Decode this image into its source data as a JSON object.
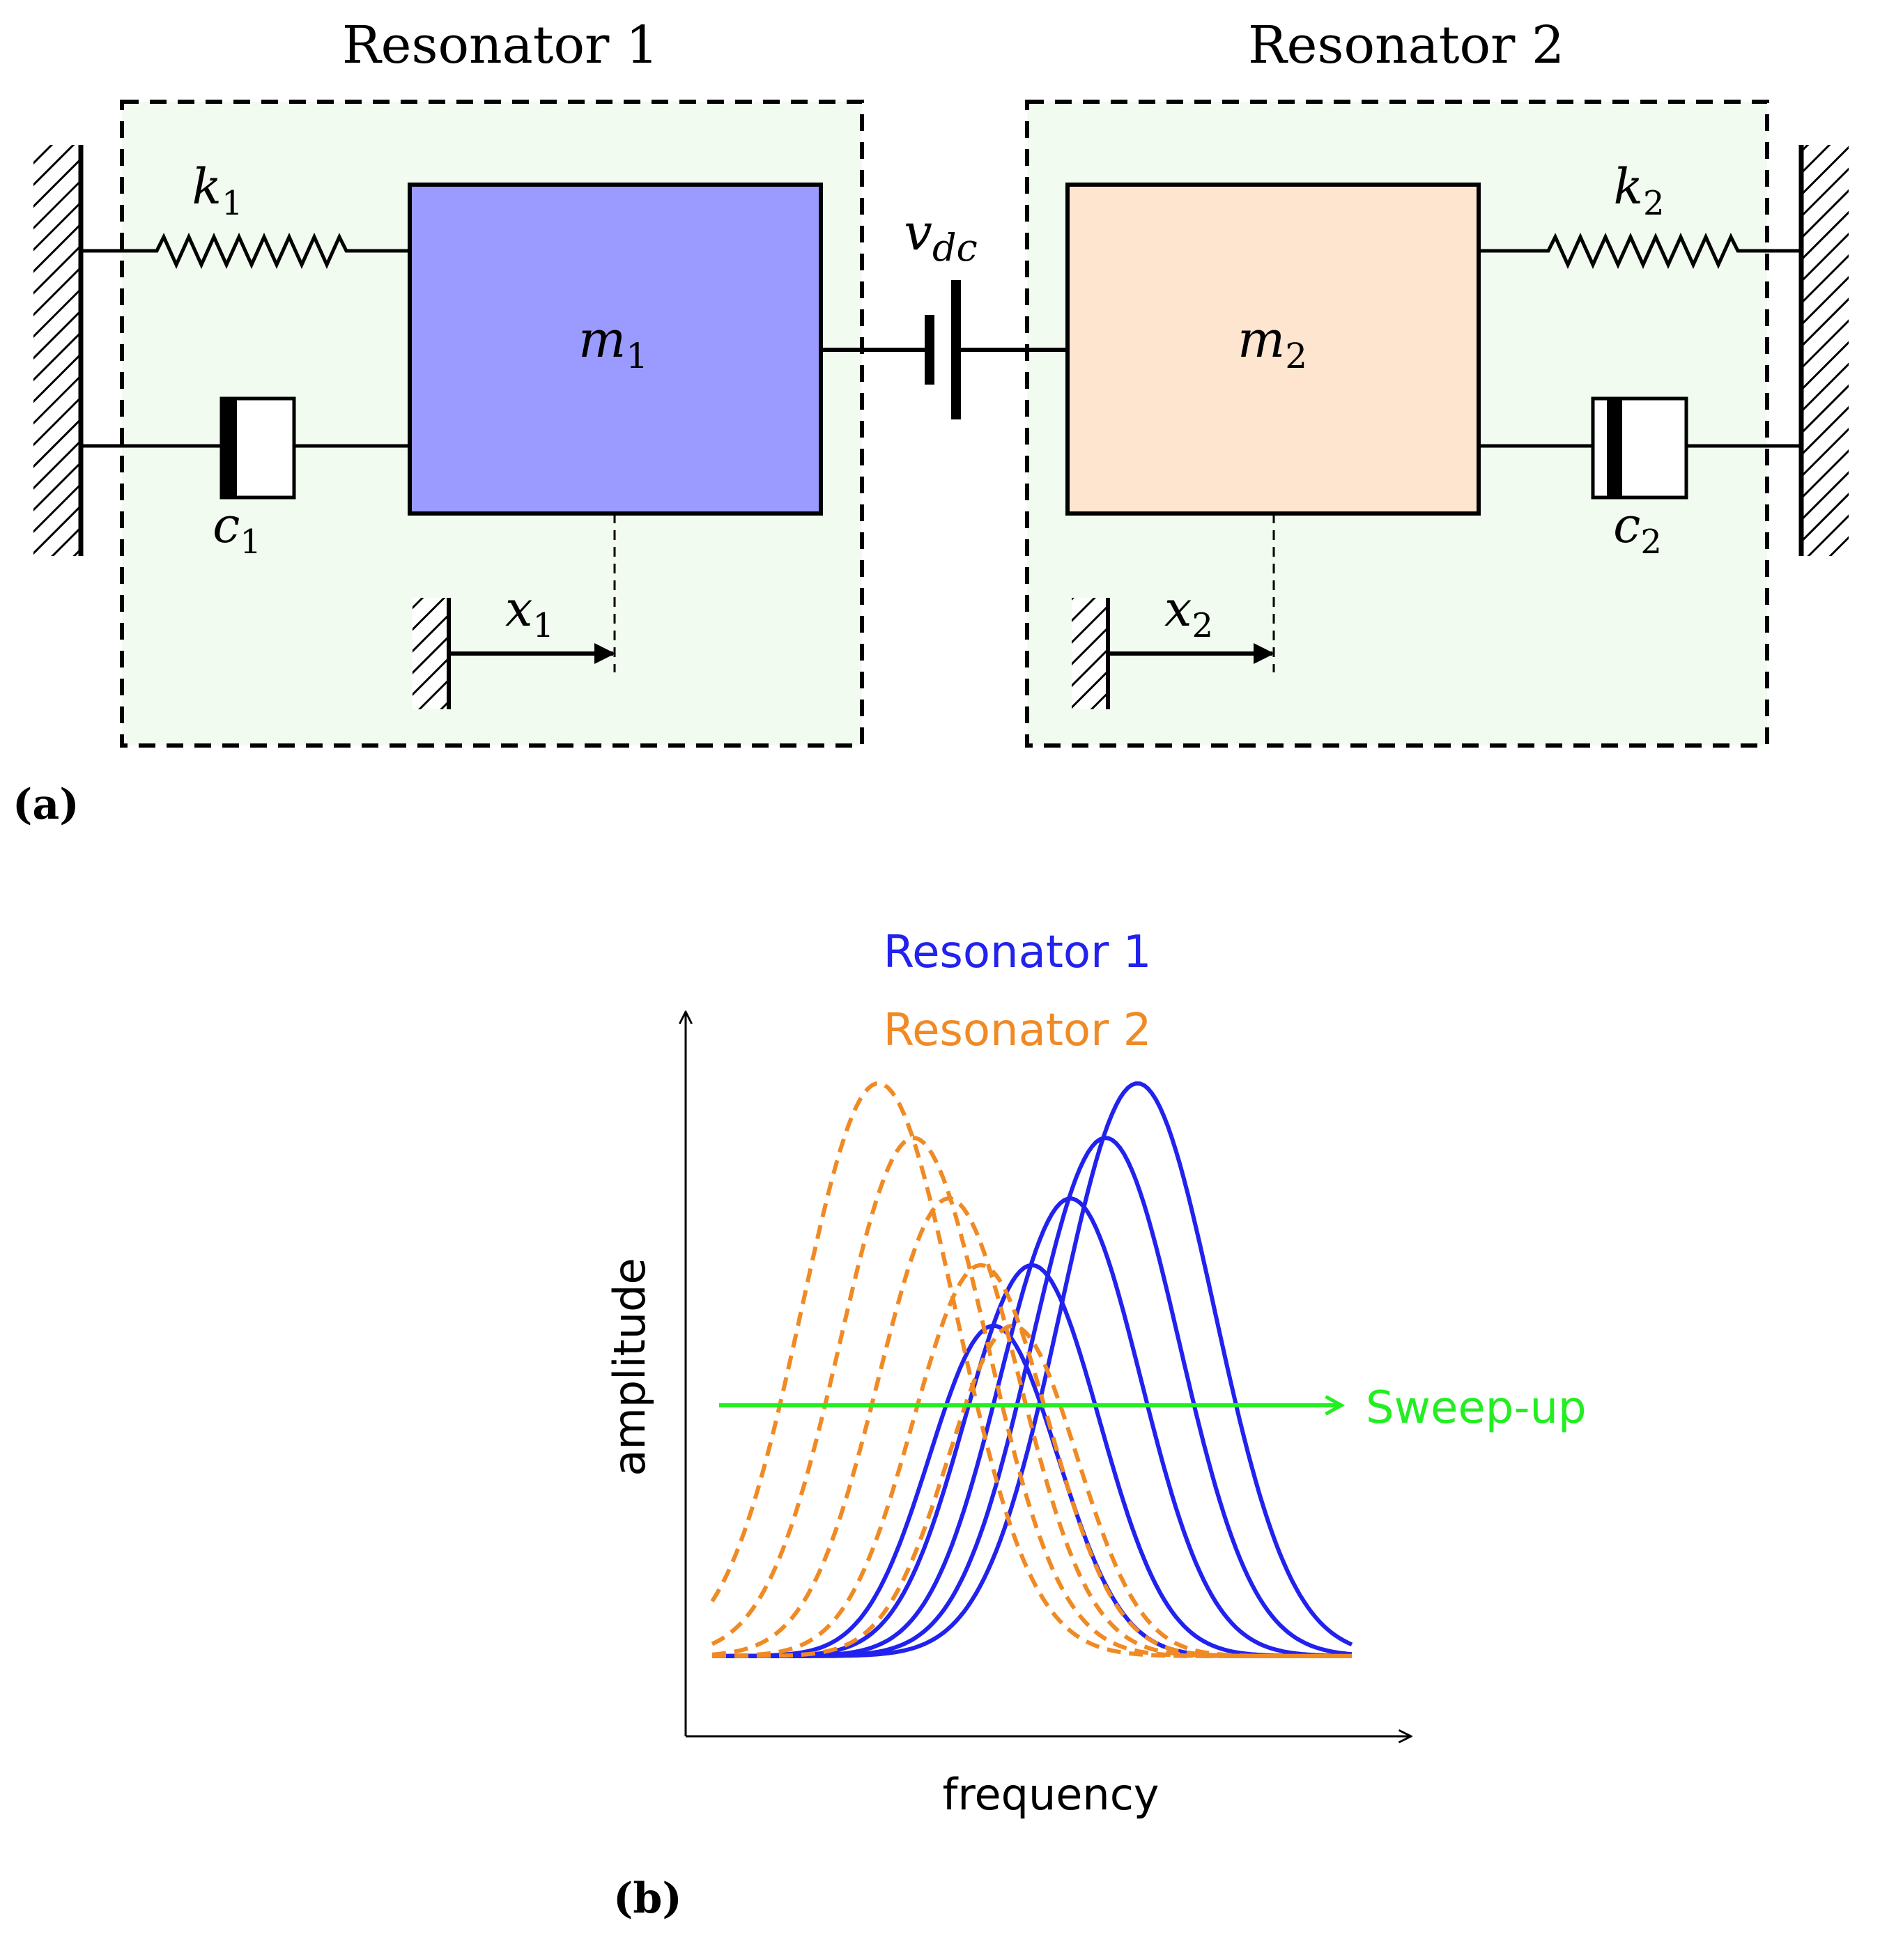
{
  "panel_a": {
    "panel_label": "(a)",
    "resonator1": {
      "title": "Resonator 1",
      "spring_label": "k",
      "spring_sub": "1",
      "damper_label": "c",
      "damper_sub": "1",
      "mass_label": "m",
      "mass_sub": "1",
      "disp_label": "x",
      "disp_sub": "1"
    },
    "resonator2": {
      "title": "Resonator 2",
      "spring_label": "k",
      "spring_sub": "2",
      "damper_label": "c",
      "damper_sub": "2",
      "mass_label": "m",
      "mass_sub": "2",
      "disp_label": "x",
      "disp_sub": "2"
    },
    "coupling": {
      "label": "v",
      "sub": "dc"
    },
    "colors": {
      "box_fill": "#f1fbef",
      "mass1_fill": "#9b9bff",
      "mass2_fill": "#fde5cf"
    }
  },
  "panel_b": {
    "panel_label": "(b)",
    "legend": [
      "Resonator 1",
      "Resonator 2"
    ],
    "arrow_label": "Sweep-up",
    "colors": {
      "series1": "#2222ee",
      "series2": "#f08a24",
      "sweep": "#22ee22"
    }
  },
  "chart_data": {
    "type": "line",
    "xlabel": "frequency",
    "ylabel": "amplitude",
    "xlim": [
      0,
      1
    ],
    "ylim": [
      0,
      1
    ],
    "x_ticks": [],
    "y_ticks": [],
    "grid": false,
    "legend_position": "top-center",
    "series": [
      {
        "name": "Resonator 1",
        "style": "solid",
        "color": "#2222ee",
        "curves": [
          {
            "peak_x": 0.44,
            "peak_y": 0.56,
            "width": 0.1
          },
          {
            "peak_x": 0.5,
            "peak_y": 0.66,
            "width": 0.105
          },
          {
            "peak_x": 0.56,
            "peak_y": 0.77,
            "width": 0.11
          },
          {
            "peak_x": 0.615,
            "peak_y": 0.87,
            "width": 0.115
          },
          {
            "peak_x": 0.665,
            "peak_y": 0.96,
            "width": 0.12
          }
        ]
      },
      {
        "name": "Resonator 2",
        "style": "dashed",
        "color": "#f08a24",
        "curves": [
          {
            "peak_x": 0.26,
            "peak_y": 0.96,
            "width": 0.12
          },
          {
            "peak_x": 0.315,
            "peak_y": 0.87,
            "width": 0.115
          },
          {
            "peak_x": 0.37,
            "peak_y": 0.77,
            "width": 0.11
          },
          {
            "peak_x": 0.42,
            "peak_y": 0.66,
            "width": 0.105
          },
          {
            "peak_x": 0.47,
            "peak_y": 0.56,
            "width": 0.1
          }
        ]
      }
    ],
    "annotations": [
      {
        "text": "Sweep-up",
        "type": "arrow",
        "direction": "increasing-frequency",
        "y": 0.42
      }
    ]
  }
}
